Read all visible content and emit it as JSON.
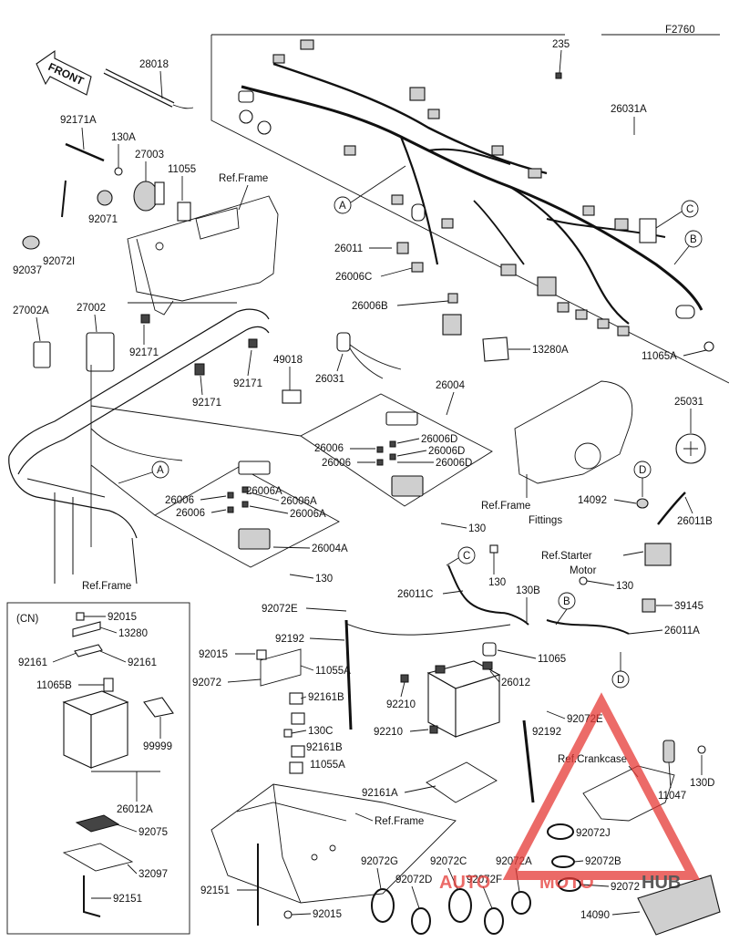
{
  "figure_code": "F2760",
  "front_label": "FRONT",
  "box_label": "(CN)",
  "callouts": {
    "a": "A",
    "b": "B",
    "c": "C",
    "d": "D"
  },
  "refs": {
    "frame": "Ref.Frame",
    "frame_fittings_1": "Ref.Frame",
    "frame_fittings_2": "Fittings",
    "starter_1": "Ref.Starter",
    "starter_2": "Motor",
    "crankcase": "Ref.Crankcase"
  },
  "parts": {
    "p235": "235",
    "p26031A": "26031A",
    "p28018": "28018",
    "p92171A": "92171A",
    "p130A": "130A",
    "p27003": "27003",
    "p11055": "11055",
    "p92071": "92071",
    "p92072I": "92072I",
    "p92037": "92037",
    "p27002A": "27002A",
    "p27002": "27002",
    "p92171": "92171",
    "p49018": "49018",
    "p26031": "26031",
    "p26011": "26011",
    "p26006C": "26006C",
    "p26006B": "26006B",
    "p13280A": "13280A",
    "p11065A": "11065A",
    "p26004": "26004",
    "p26006": "26006",
    "p26006D": "26006D",
    "p26004A": "26004A",
    "p26006A": "26006A",
    "p130": "130",
    "p25031": "25031",
    "p14092": "14092",
    "p26011B": "26011B",
    "p26011C": "26011C",
    "p130B": "130B",
    "p39145": "39145",
    "p26011A": "26011A",
    "p92072E": "92072E",
    "p92192": "92192",
    "p92015": "92015",
    "p11065": "11065",
    "p92072": "92072",
    "p11055A": "11055A",
    "p92161B": "92161B",
    "p26012": "26012",
    "p92210": "92210",
    "p130C": "130C",
    "p92161A": "92161A",
    "p130D": "130D",
    "p11047": "11047",
    "p92072J": "92072J",
    "p92072G": "92072G",
    "p92072C": "92072C",
    "p92072A": "92072A",
    "p92072B": "92072B",
    "p92072D": "92072D",
    "p92072F": "92072F",
    "p92151": "92151",
    "p14090": "14090",
    "p13280": "13280",
    "p92161": "92161",
    "p11065B": "11065B",
    "p99999": "99999",
    "p26012A": "26012A",
    "p92075": "92075",
    "p32097": "32097"
  },
  "watermark": {
    "text_a": "AUTO",
    "text_b": "MOTO",
    "text_c": "HUB",
    "color": "#e53935"
  }
}
